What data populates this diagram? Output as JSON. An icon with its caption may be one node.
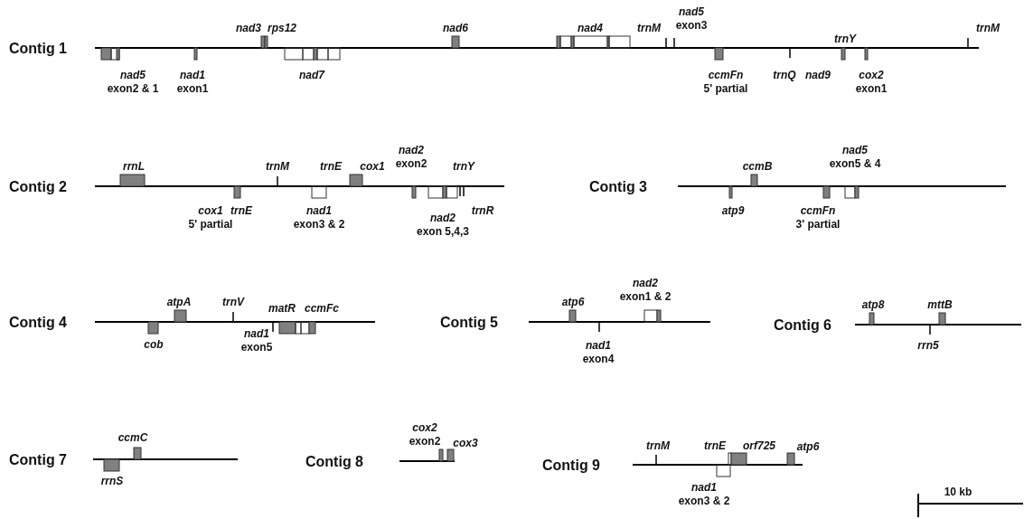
{
  "diagram": {
    "labels": [
      "Contig 1",
      "*nad5* exon2 & 1",
      "*nad1* exon1",
      "nad3",
      "rps12",
      "nad7",
      "nad6",
      "nad4",
      "trnM",
      "*nad5* exon3",
      "*ccmFn* 5' partial",
      "trnQ",
      "trnY",
      "nad9",
      "*cox2* exon1",
      "trnM",
      "Contig 2",
      "rrnL",
      "*cox1* 5' partial",
      "trnE",
      "trnM",
      "*nad1* exon3 & 2",
      "trnE",
      "cox1",
      "*nad2* exon2",
      "trnY",
      "*nad2* exon 5,4,3",
      "trnR",
      "Contig 3",
      "atp9",
      "ccmB",
      "*ccmFn* 3' partial",
      "*nad5* exon5 & 4",
      "Contig 4",
      "cob",
      "atpA",
      "trnV",
      "*nad1* exon5",
      "matR",
      "ccmFc",
      "Contig 5",
      "atp6",
      "*nad1* exon4",
      "*nad2* exon1 & 2",
      "Contig 6",
      "atp8",
      "rrn5",
      "mttB",
      "Contig 7",
      "ccmC",
      "rrnS",
      "Contig 8",
      "*cox2* exon2",
      "cox3",
      "Contig 9",
      "trnM",
      "*nad1* exon3 & 2",
      "trnE",
      "orf725",
      "atp6",
      "10 kb"
    ]
  }
}
